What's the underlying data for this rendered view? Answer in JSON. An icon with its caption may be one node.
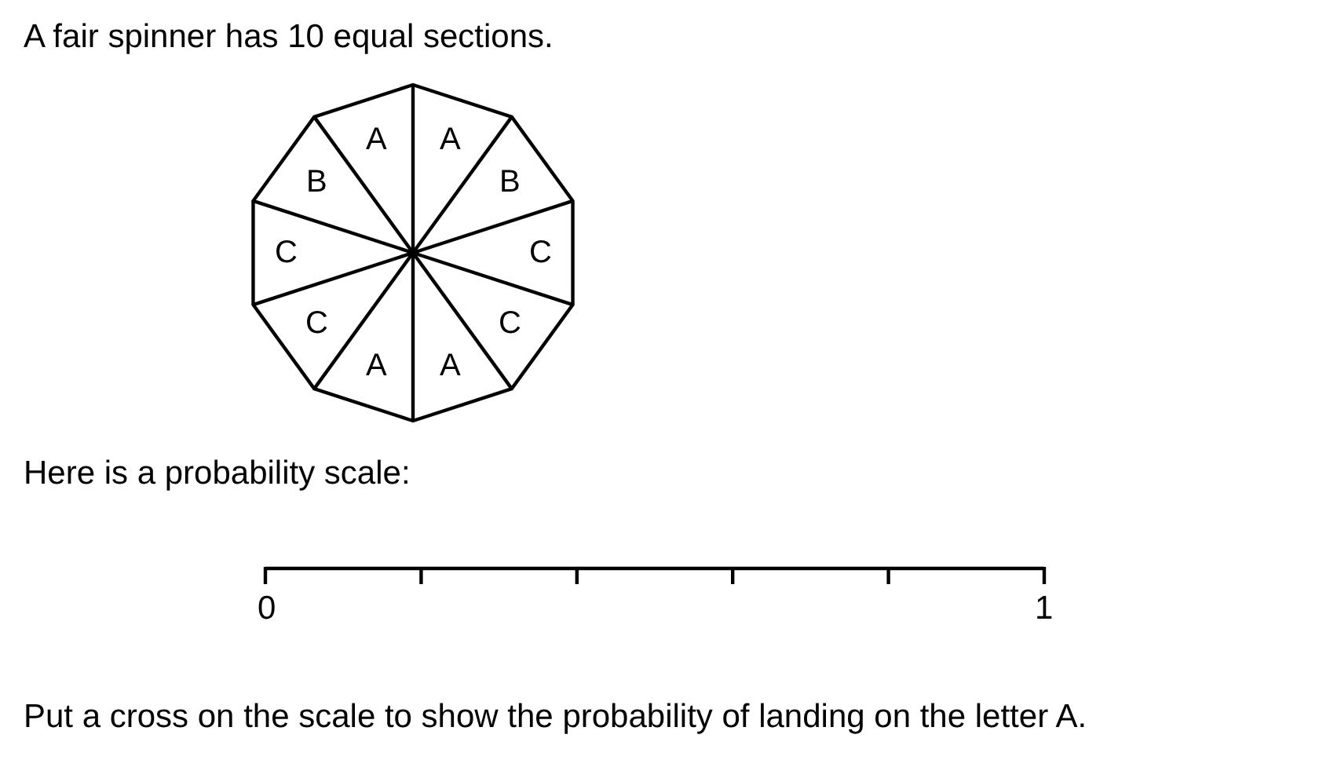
{
  "diagram": {
    "labels": [
      "A fair spinner has 10 equal sections.",
      "A",
      "A",
      "B",
      "B",
      "C",
      "C",
      "C",
      "C",
      "A",
      "A",
      "Here is a probability scale:",
      "0",
      "1",
      "Put a cross on the scale to show the probability of landing on the letter A."
    ]
  }
}
